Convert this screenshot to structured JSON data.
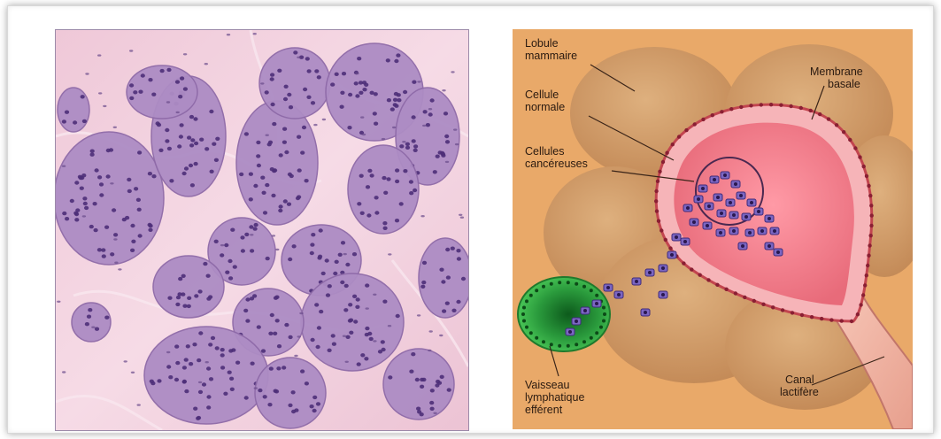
{
  "figure": {
    "left_panel": {
      "icon": "histology-micrograph-image"
    },
    "right_panel": {
      "icon": "breast-lobule-diagram",
      "labels": {
        "lobule_line1": "Lobule",
        "lobule_line2": "mammaire",
        "cellule_line1": "Cellule",
        "cellule_line2": "normale",
        "cellules_line1": "Cellules",
        "cellules_line2": "cancéreuses",
        "membrane_line1": "Membrane",
        "membrane_line2": "basale",
        "vaisseau_line1": "Vaisseau",
        "vaisseau_line2": "lymphatique",
        "vaisseau_line3": "efférent",
        "canal_line1": "Canal",
        "canal_line2": "lactifère"
      }
    },
    "colors": {
      "tissue_background": "#f3d3df",
      "cell_cluster": "#ad8cc4",
      "nucleus": "#4e2f78",
      "diagram_background": "#e9a969",
      "lobule": "#cf9a68",
      "duct_lumen": "#f28a96",
      "lymph_vessel": "#36b34a"
    }
  }
}
